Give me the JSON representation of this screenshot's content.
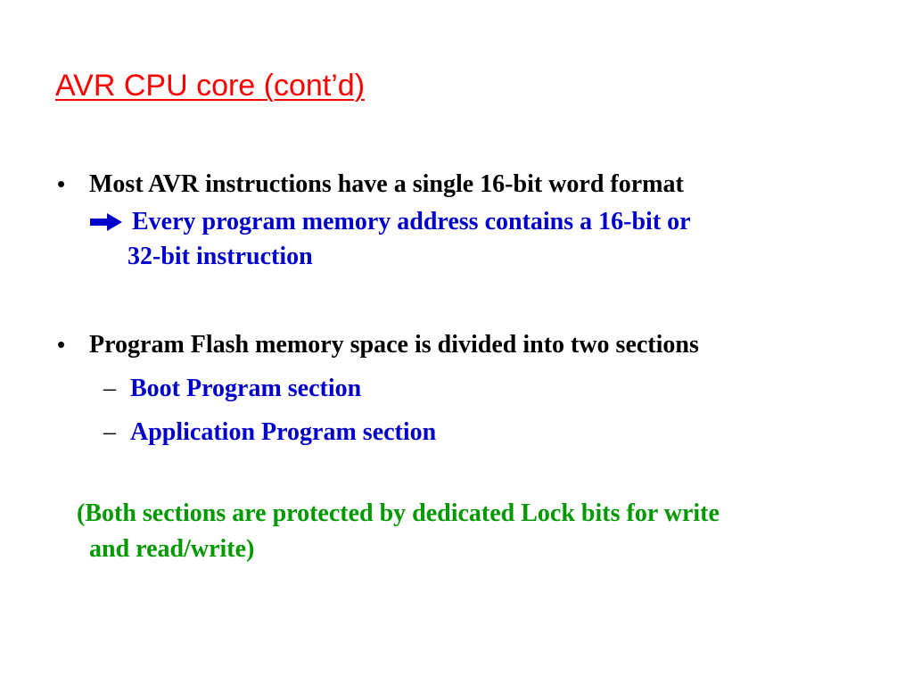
{
  "slide": {
    "title": "AVR CPU core (cont’d)",
    "bullets": [
      {
        "text": "Most AVR instructions have a single 16-bit word format",
        "sub_arrow": {
          "icon": "arrow-right-icon",
          "line1": "Every program memory address contains a 16-bit or",
          "line2": "32-bit instruction"
        }
      },
      {
        "text": "Program Flash memory space is divided into two sections",
        "subitems": [
          "Boot Program section",
          "Application Program section"
        ]
      }
    ],
    "note": {
      "line1": "(Both sections are protected by dedicated Lock bits for write",
      "line2": "and read/write)"
    },
    "colors": {
      "title": "#ff0000",
      "body": "#000000",
      "highlight": "#0000cc",
      "note": "#009900"
    }
  }
}
